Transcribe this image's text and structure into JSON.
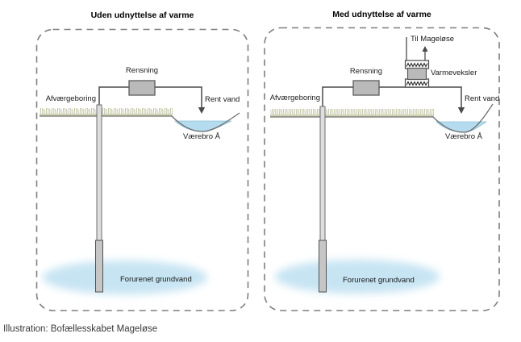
{
  "panels": {
    "left": {
      "title": "Uden udnyttelse af varme",
      "labels": {
        "well": "Afværgeboring",
        "treatment": "Rensning",
        "clean_water": "Rent vand",
        "stream": "Værebro Å",
        "groundwater": "Forurenet grundvand"
      }
    },
    "right": {
      "title": "Med udnyttelse af varme",
      "labels": {
        "well": "Afværgeboring",
        "treatment": "Rensning",
        "to_mageloese": "Til Mageløse",
        "heat_exchanger": "Varmeveksler",
        "clean_water": "Rent vand",
        "stream": "Værebro Å",
        "groundwater": "Forurenet grundvand"
      }
    }
  },
  "caption": {
    "text": "Illustration: Bofællesskabet Mageløse"
  },
  "colors": {
    "water": "#b5dcee",
    "water_edge": "#8fc0d8",
    "plume": "#b9def0",
    "box_fill": "#bababa",
    "box_border": "#5a5a5a",
    "pipe": "#4a4a4a",
    "ground": "#6f6f6f",
    "grass": "#b7ba94",
    "grass_band": "#cfd2b2",
    "border_dash": "#7f7f7f",
    "well_fill": "#dedede",
    "well_border": "#6e6e6e",
    "screen_fill": "#c6c6c6",
    "screen_border": "#525252",
    "coil": "#1a1a1a"
  }
}
